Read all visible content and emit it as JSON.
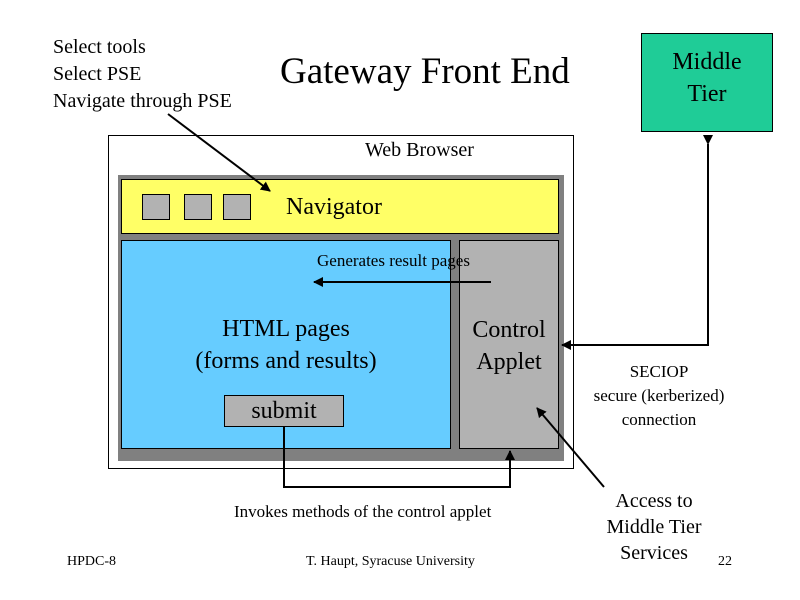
{
  "title": "Gateway Front End",
  "notes": [
    "Select tools",
    "Select PSE",
    "Navigate through PSE"
  ],
  "middle_tier": {
    "line1": "Middle",
    "line2": "Tier"
  },
  "browser": {
    "label": "Web Browser",
    "navigator_label": "Navigator",
    "html_pages_line1": "HTML pages",
    "html_pages_line2": "(forms and results)",
    "control_line1": "Control",
    "control_line2": "Applet",
    "generates_label": "Generates result pages",
    "submit_label": "submit"
  },
  "invokes_label": "Invokes methods of the control applet",
  "seciop": {
    "line1": "SECIOP",
    "line2": "secure (kerberized)",
    "line3": "connection"
  },
  "access": {
    "line1": "Access to",
    "line2": "Middle Tier",
    "line3": "Services"
  },
  "footer": {
    "left": "HPDC-8",
    "center": "T. Haupt, Syracuse University",
    "page_number": "22"
  },
  "colors": {
    "middle_tier": "#1fcc97",
    "navigator": "#ffff66",
    "html_pages": "#66ccff",
    "control_applet": "#b2b2b2",
    "frame": "#808080"
  }
}
